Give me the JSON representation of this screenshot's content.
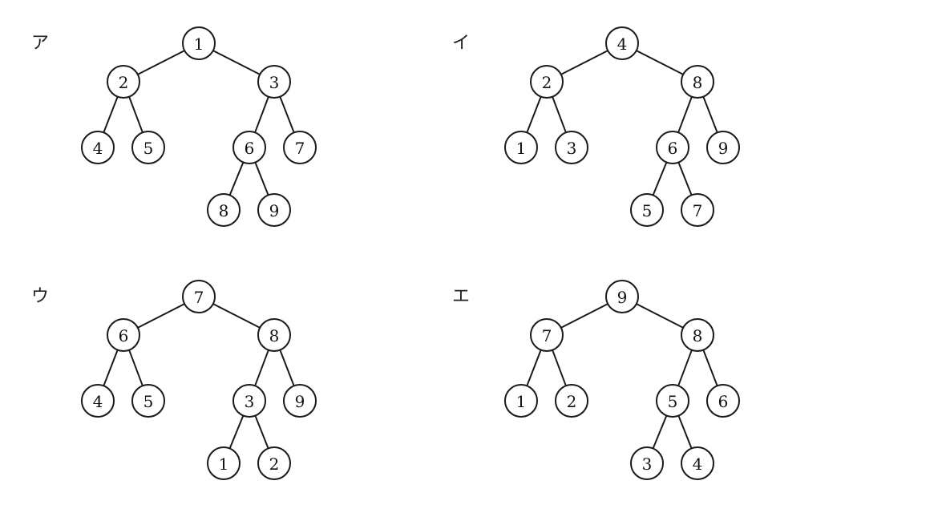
{
  "figure": {
    "trees": [
      {
        "label": "ア",
        "nodes": [
          "1",
          "2",
          "3",
          "4",
          "5",
          "6",
          "7",
          "8",
          "9"
        ],
        "edges": [
          [
            0,
            1
          ],
          [
            0,
            2
          ],
          [
            1,
            3
          ],
          [
            1,
            4
          ],
          [
            2,
            5
          ],
          [
            2,
            6
          ],
          [
            5,
            7
          ],
          [
            5,
            8
          ]
        ]
      },
      {
        "label": "イ",
        "nodes": [
          "4",
          "2",
          "8",
          "1",
          "3",
          "6",
          "9",
          "5",
          "7"
        ],
        "edges": [
          [
            0,
            1
          ],
          [
            0,
            2
          ],
          [
            1,
            3
          ],
          [
            1,
            4
          ],
          [
            2,
            5
          ],
          [
            2,
            6
          ],
          [
            5,
            7
          ],
          [
            5,
            8
          ]
        ]
      },
      {
        "label": "ウ",
        "nodes": [
          "7",
          "6",
          "8",
          "4",
          "5",
          "3",
          "9",
          "1",
          "2"
        ],
        "edges": [
          [
            0,
            1
          ],
          [
            0,
            2
          ],
          [
            1,
            3
          ],
          [
            1,
            4
          ],
          [
            2,
            5
          ],
          [
            2,
            6
          ],
          [
            5,
            7
          ],
          [
            5,
            8
          ]
        ]
      },
      {
        "label": "エ",
        "nodes": [
          "9",
          "7",
          "8",
          "1",
          "2",
          "5",
          "6",
          "3",
          "4"
        ],
        "edges": [
          [
            0,
            1
          ],
          [
            0,
            2
          ],
          [
            1,
            3
          ],
          [
            1,
            4
          ],
          [
            2,
            5
          ],
          [
            2,
            6
          ],
          [
            5,
            7
          ],
          [
            5,
            8
          ]
        ]
      }
    ]
  }
}
